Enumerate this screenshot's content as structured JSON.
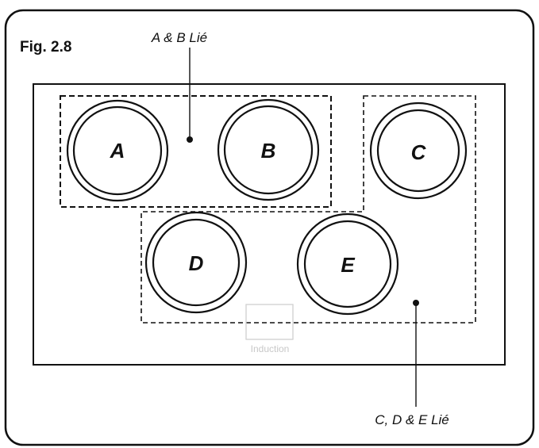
{
  "figure_label": "Fig. 2.8",
  "callouts": {
    "ab_linked": "A & B Lié",
    "cde_linked": "C, D & E Lié"
  },
  "zones": [
    {
      "id": "a",
      "label": "A"
    },
    {
      "id": "b",
      "label": "B"
    },
    {
      "id": "c",
      "label": "C"
    },
    {
      "id": "d",
      "label": "D"
    },
    {
      "id": "e",
      "label": "E"
    }
  ],
  "logo": {
    "text": "Induction"
  },
  "colors": {
    "line": "#111111",
    "logo": "#c8c8c8",
    "background": "#ffffff"
  }
}
